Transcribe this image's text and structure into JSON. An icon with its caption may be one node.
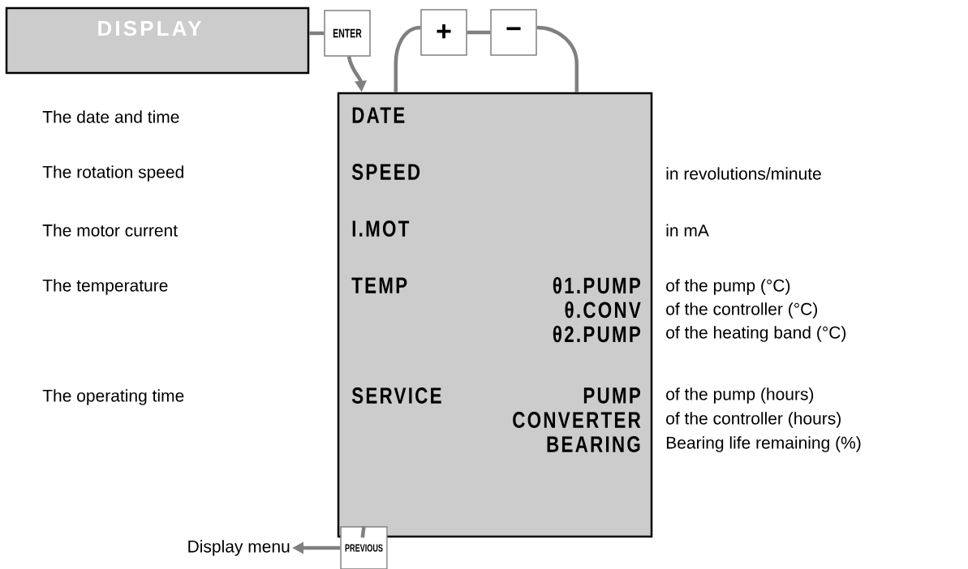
{
  "diagram": {
    "nodes": [
      {
        "text": [
          "DISPLAY"
        ]
      },
      {
        "text": [
          "ENTER"
        ]
      },
      {
        "text": [
          "+"
        ]
      },
      {
        "text": [
          "−"
        ]
      },
      {
        "text": [
          "DATE",
          "SPEED",
          "I.MOT",
          "TEMP",
          "θ1.PUMP",
          "θ.CONV",
          "θ2.PUMP",
          "SERVICE",
          "PUMP",
          "CONVERTER",
          "BEARING"
        ]
      },
      {
        "text": [
          "PREVIOUS"
        ]
      },
      {
        "text": [
          "Display menu"
        ]
      }
    ],
    "edges": [
      {
        "from": 0,
        "to": 1,
        "arrow": "none"
      },
      {
        "from": 1,
        "to": 4,
        "arrow": "to"
      },
      {
        "from": 4,
        "to": 2,
        "arrow": "none"
      },
      {
        "from": 2,
        "to": 3,
        "arrow": "none"
      },
      {
        "from": 3,
        "to": 4,
        "arrow": "none"
      },
      {
        "from": 4,
        "to": 5,
        "arrow": "none"
      },
      {
        "from": 5,
        "to": 6,
        "arrow": "to"
      }
    ],
    "labels": [
      "The date and time",
      "The rotation speed",
      "in revolutions/minute",
      "The motor current",
      "in mA",
      "The temperature",
      "of the pump (°C)",
      "of the controller (°C)",
      "of the heating band (°C)",
      "The operating time",
      "of the pump (hours)",
      "of the controller (hours)",
      "Bearing life remaining (%)"
    ]
  }
}
